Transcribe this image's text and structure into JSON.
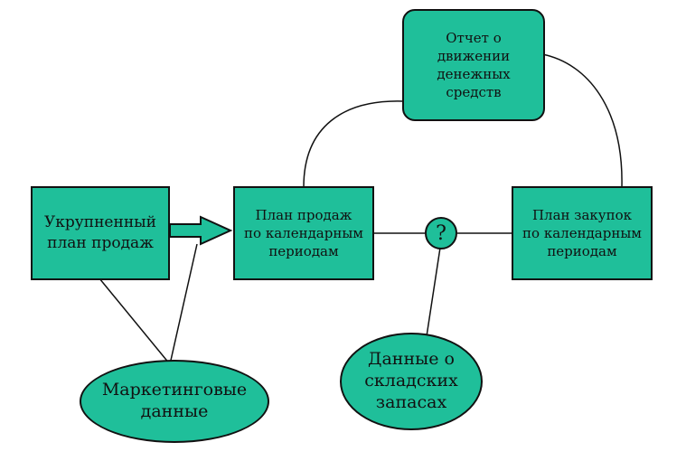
{
  "nodes": {
    "cash_flow_report": "Отчет о\nдвижении\nденежных\nсредств",
    "aggregated_sales_plan": "Укрупненный\nплан продаж",
    "sales_plan_periods": "План продаж\nпо календарным\nпериодам",
    "purchase_plan_periods": "План закупок\nпо календарным\nпериодам",
    "question": "?",
    "warehouse_stock_data": "Данные о\nскладских\nзапасах",
    "marketing_data": "Маркетинговые\nданные"
  },
  "colors": {
    "node_fill": "#1fbf9a",
    "stroke": "#111111"
  }
}
